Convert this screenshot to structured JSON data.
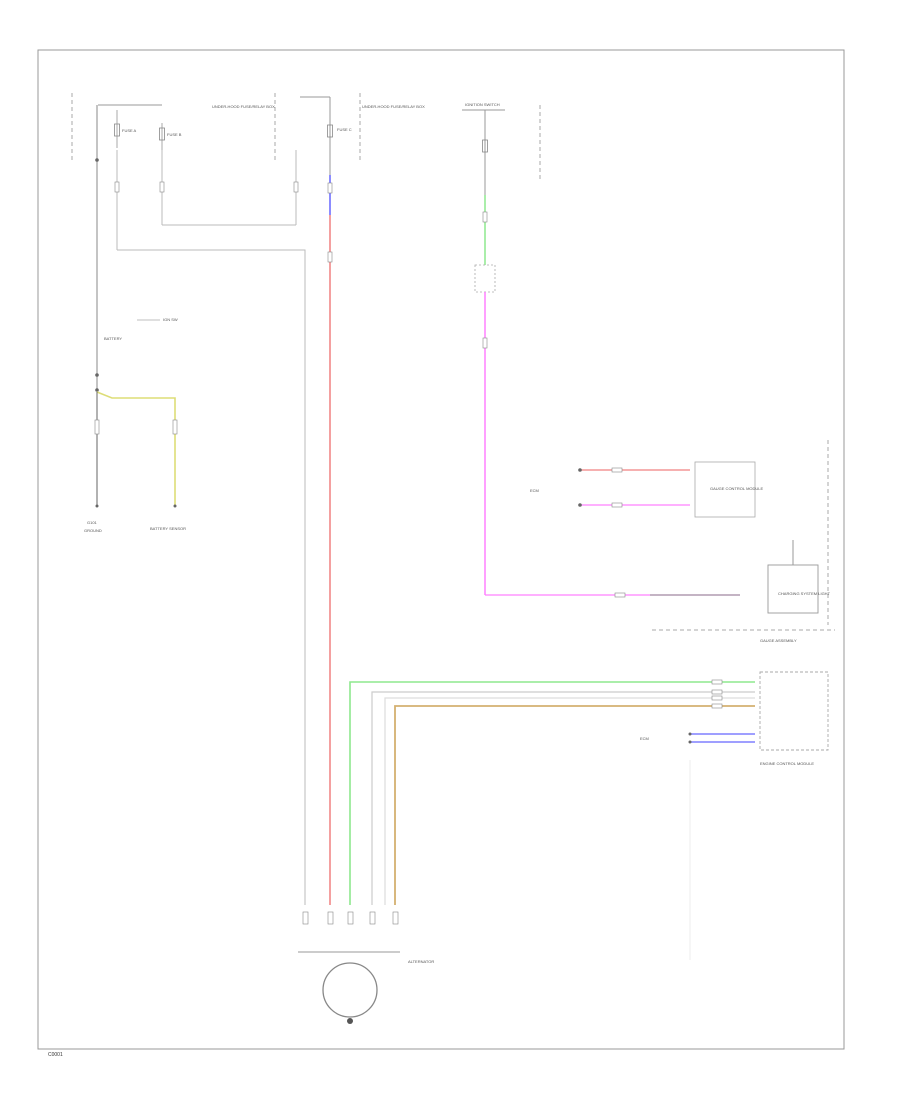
{
  "colors": {
    "background": "#ffffff",
    "frame": "#999999",
    "wire_plain": "#bbbbbb",
    "wire_black": "#666666",
    "wire_red": "#f08080",
    "wire_blue": "#6666ff",
    "wire_green": "#8ee88e",
    "wire_pink": "#ff80ff",
    "wire_yellow": "#dddd77",
    "wire_tan": "#d4b070"
  },
  "labels": {
    "fuse_block_top": "UNDER-HOOD FUSE/RELAY BOX",
    "fuse_a": "FUSE A",
    "fuse_b": "FUSE B",
    "fuse_c": "FUSE C",
    "under_hood_block": "UNDER-HOOD FUSE/RELAY BOX",
    "ig_switch": "IGN SW",
    "ig_box": "IGNITION SWITCH",
    "battery": "BATTERY",
    "battery_sensor": "BATTERY SENSOR",
    "g101": "G101",
    "ground_text": "GROUND",
    "ecm_a": "ECM",
    "ecm_b": "ECM",
    "gauge_control": "GAUGE CONTROL MODULE",
    "gauge_assembly": "GAUGE ASSEMBLY",
    "charging_light": "CHARGING SYSTEM LIGHT",
    "pcm_label": "ENGINE CONTROL MODULE",
    "alternator": "ALTERNATOR",
    "footer_id": "C0001"
  },
  "icons": {
    "fuse": "fuse-icon",
    "ground": "ground-icon",
    "alternator": "alternator-icon",
    "connector": "connector-icon"
  }
}
